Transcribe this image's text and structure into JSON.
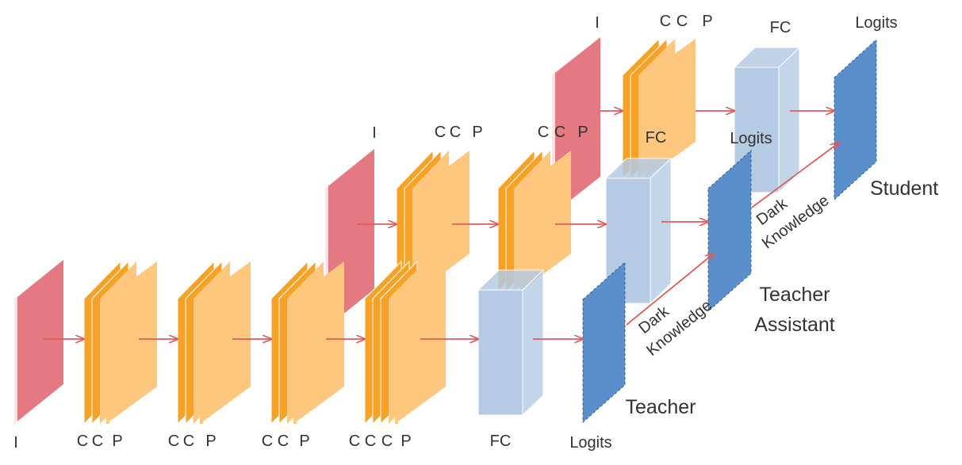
{
  "colors": {
    "input": "#E57982",
    "conv_dark": "#F7A224",
    "conv_light": "#FDC77E",
    "fc": "#B5CBE3",
    "logits": "#5B8FCC",
    "arrow": "#E25A5A",
    "text": "#333333"
  },
  "labels": {
    "input": "I",
    "conv": "C",
    "pool": "P",
    "fc": "FC",
    "logits": "Logits"
  },
  "models": {
    "teacher": "Teacher",
    "assistant_line1": "Teacher",
    "assistant_line2": "Assistant",
    "student": "Student"
  },
  "dark_knowledge": {
    "line1": "Dark",
    "line2": "Knowledge"
  }
}
